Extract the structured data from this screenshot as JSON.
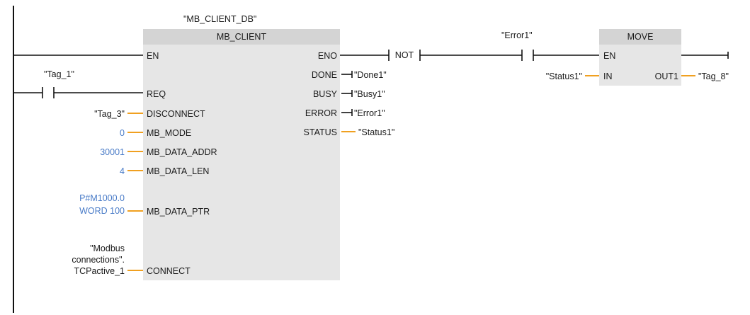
{
  "instance_db": "\"MB_CLIENT_DB\"",
  "mb_client": {
    "title": "MB_CLIENT",
    "inputs": {
      "en": "EN",
      "req": "REQ",
      "disconnect": "DISCONNECT",
      "mb_mode": "MB_MODE",
      "mb_data_addr": "MB_DATA_ADDR",
      "mb_data_len": "MB_DATA_LEN",
      "mb_data_ptr": "MB_DATA_PTR",
      "connect": "CONNECT"
    },
    "outputs": {
      "eno": "ENO",
      "done": "DONE",
      "busy": "BUSY",
      "error": "ERROR",
      "status": "STATUS"
    }
  },
  "operands": {
    "req_tag": "\"Tag_1\"",
    "disconnect_tag": "\"Tag_3\"",
    "mb_mode_value": "0",
    "mb_data_addr_value": "30001",
    "mb_data_len_value": "4",
    "mb_data_ptr_line1": "P#M1000.0",
    "mb_data_ptr_line2": "WORD 100",
    "connect_line1": "\"Modbus",
    "connect_line2": "connections\".",
    "connect_line3": "TCPactive_1",
    "done_tag": "\"Done1\"",
    "busy_tag": "\"Busy1\"",
    "error_tag": "\"Error1\"",
    "status_tag": "\"Status1\""
  },
  "not_contact": "NOT",
  "error_contact": "\"Error1\"",
  "move": {
    "title": "MOVE",
    "en": "EN",
    "in": "IN",
    "out1": "OUT1",
    "in_operand": "\"Status1\"",
    "out_operand": "\"Tag_8\""
  },
  "colors": {
    "block_body": "#e6e6e6",
    "block_header": "#d4d4d4",
    "operand_wire": "#f0a020",
    "constant_text": "#4a7cc8",
    "ladder_line": "#111111",
    "add_output_icon": "#d8c020"
  }
}
